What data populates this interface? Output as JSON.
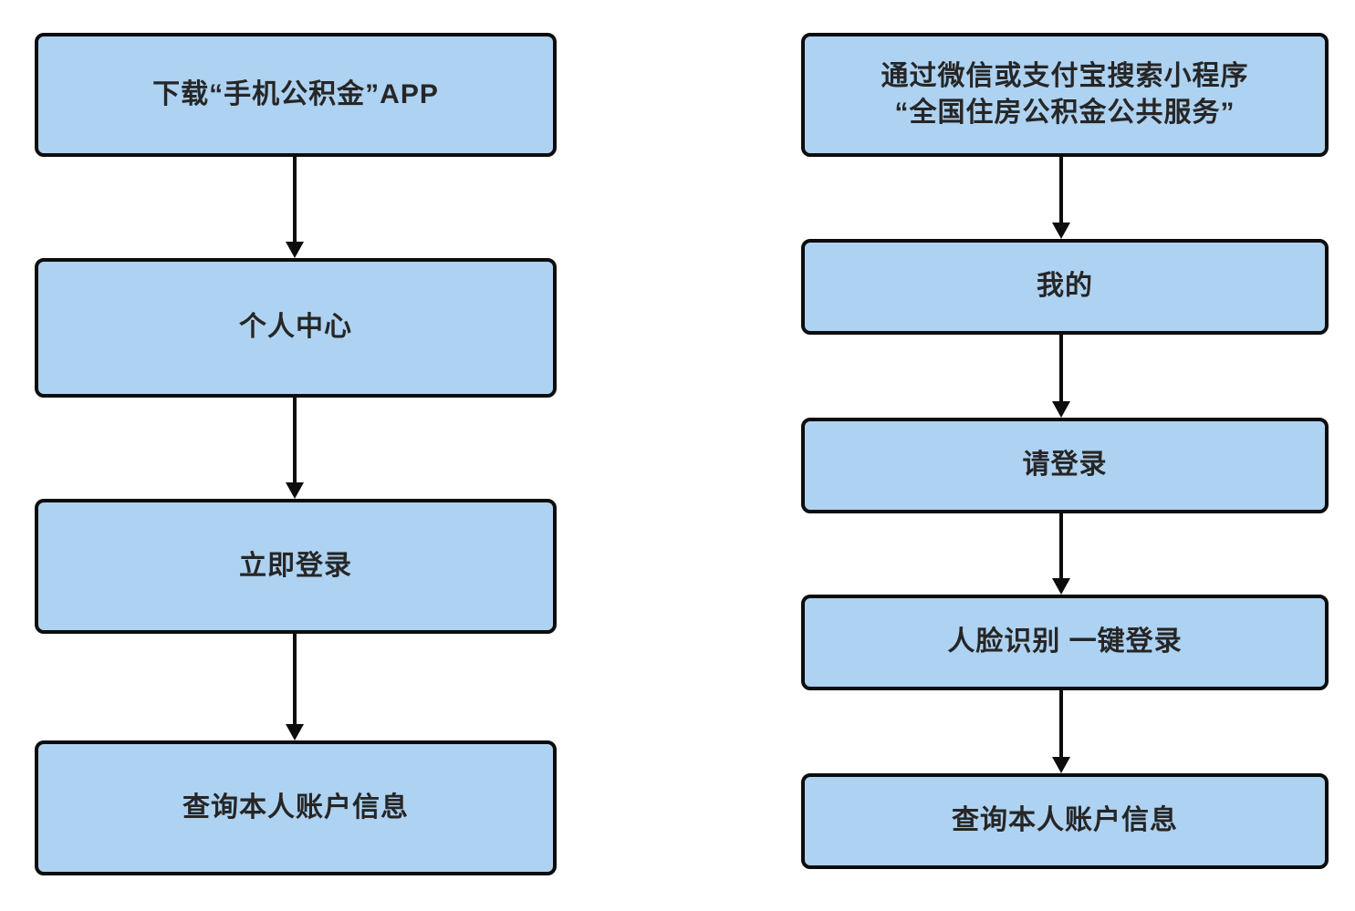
{
  "diagram": {
    "type": "flowchart",
    "orientation": "two parallel top-down sequences",
    "style": {
      "node_fill": "#AED2F1",
      "node_border": "#0D0D0D",
      "text_color": "#262626",
      "arrow_color": "#0D0D0D",
      "background": "#FFFFFF"
    },
    "left_column": {
      "flow": "top-down sequential, each node connects to the next with a down arrow",
      "nodes": [
        {
          "label": "下载“手机公积金”APP"
        },
        {
          "label": "个人中心"
        },
        {
          "label": "立即登录"
        },
        {
          "label": "查询本人账户信息"
        }
      ]
    },
    "right_column": {
      "flow": "top-down sequential, each node connects to the next with a down arrow",
      "nodes": [
        {
          "label": "通过微信或支付宝搜索小程序\n“全国住房公积金公共服务”"
        },
        {
          "label": "我的"
        },
        {
          "label": "请登录"
        },
        {
          "label": "人脸识别 一键登录"
        },
        {
          "label": "查询本人账户信息"
        }
      ]
    }
  }
}
